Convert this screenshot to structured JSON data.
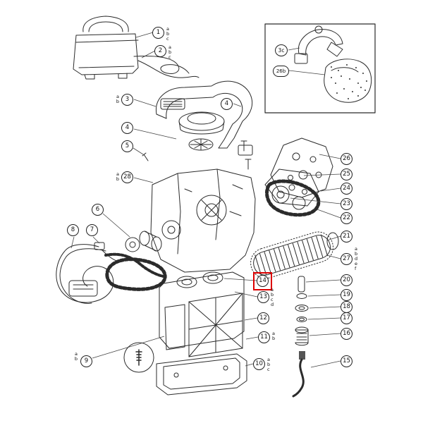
{
  "callouts": [
    {
      "n": "1",
      "sub": "a\nb\nc"
    },
    {
      "n": "2",
      "sub": "a\nb\nc"
    },
    {
      "n": "3",
      "sub": "a\nb"
    },
    {
      "n": "4"
    },
    {
      "n": "4"
    },
    {
      "n": "5"
    },
    {
      "n": "28",
      "sub": "a\nb"
    },
    {
      "n": "6"
    },
    {
      "n": "7"
    },
    {
      "n": "8"
    },
    {
      "n": "9",
      "sub": "a\nb"
    },
    {
      "n": "10",
      "sub": "a\nb\nc"
    },
    {
      "n": "11",
      "sub": "a\nb"
    },
    {
      "n": "12"
    },
    {
      "n": "13",
      "sub": "a\nb\nc\nd"
    },
    {
      "n": "14",
      "highlighted": true
    },
    {
      "n": "15"
    },
    {
      "n": "16"
    },
    {
      "n": "17"
    },
    {
      "n": "18"
    },
    {
      "n": "19"
    },
    {
      "n": "20"
    },
    {
      "n": "21"
    },
    {
      "n": "22"
    },
    {
      "n": "23"
    },
    {
      "n": "24"
    },
    {
      "n": "25"
    },
    {
      "n": "26"
    },
    {
      "n": "27",
      "sub": "a\nb\nd\ne\nf"
    },
    {
      "n": "3c"
    },
    {
      "n": "26b"
    }
  ],
  "highlight": {
    "callout": "14",
    "color": "#dd0000"
  },
  "colors": {
    "line": "#2b2b2b",
    "background": "#ffffff"
  }
}
